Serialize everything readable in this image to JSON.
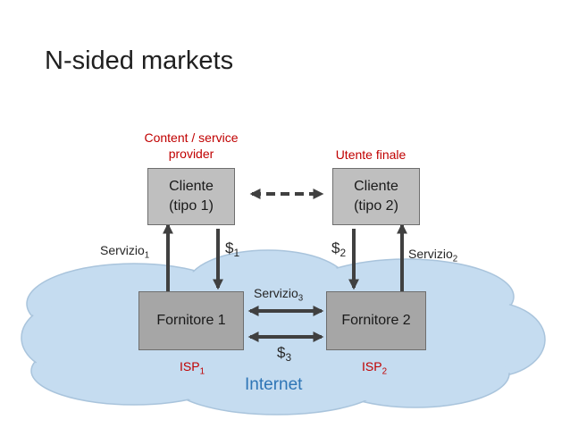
{
  "title": "N-sided markets",
  "roles": {
    "left_role": "Content / service provider",
    "left_role_line1": "Content / service",
    "left_role_line2": "provider",
    "right_role": "Utente finale"
  },
  "clients": {
    "left_line1": "Cliente",
    "left_line2": "(tipo 1)",
    "right_line1": "Cliente",
    "right_line2": "(tipo 2)"
  },
  "providers": {
    "left": "Fornitore 1",
    "right": "Fornitore 2"
  },
  "flows": {
    "service_base": "Servizio",
    "service_1_sub": "1",
    "service_2_sub": "2",
    "service_3_sub": "3",
    "money_base": "$",
    "money_1_sub": "1",
    "money_2_sub": "2",
    "money_3_sub": "3"
  },
  "isps": {
    "base": "ISP",
    "left_sub": "1",
    "right_sub": "2"
  },
  "cloud_label": "Internet",
  "colors": {
    "cloud_fill": "#c5dcf0",
    "cloud_stroke": "#a9c4dc",
    "client_box": "#bfbfbf",
    "provider_box": "#a6a6a6",
    "arrow": "#404040",
    "red_text": "#c00000",
    "internet_text": "#2e75b6"
  }
}
